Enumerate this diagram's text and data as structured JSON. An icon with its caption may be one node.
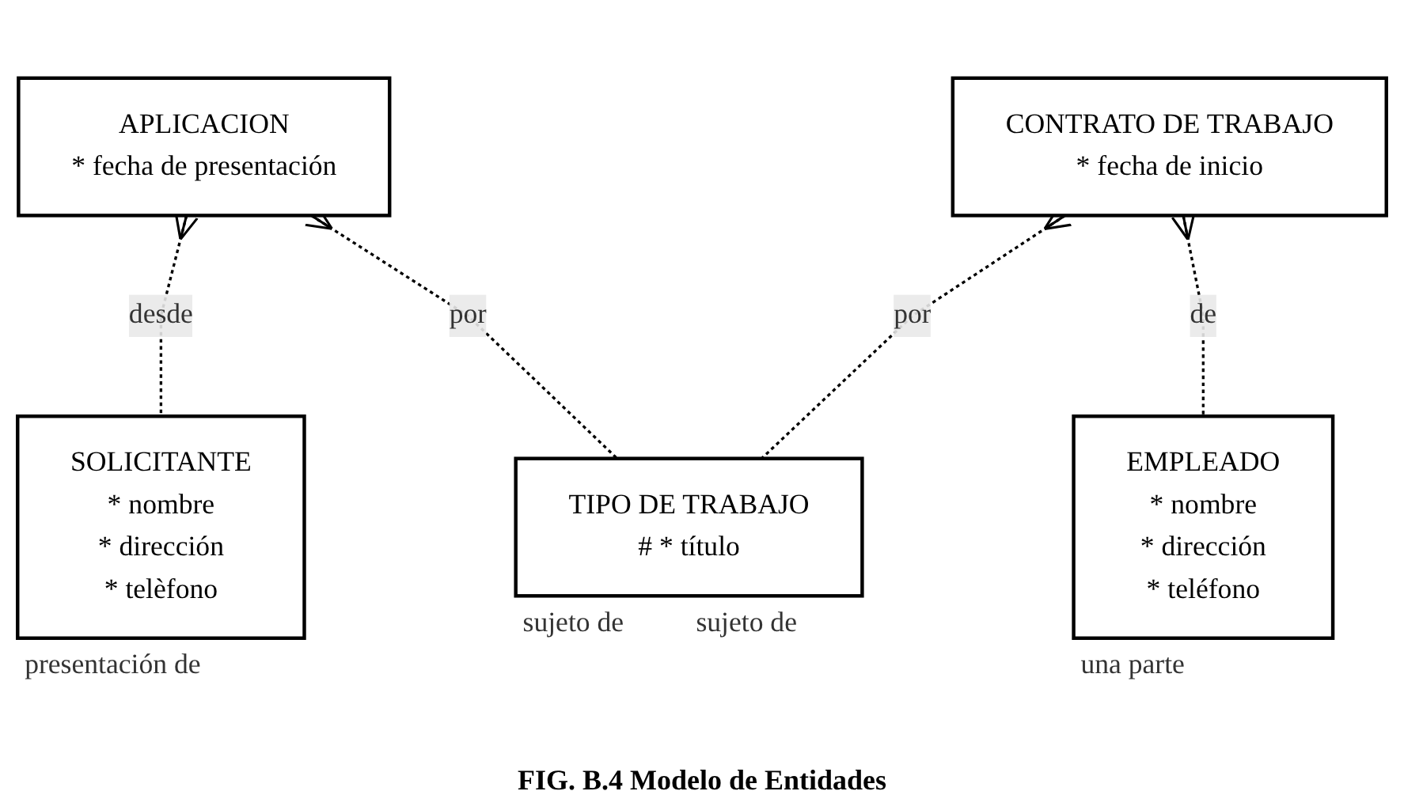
{
  "diagram": {
    "caption": "FIG. B.4 Modelo de Entidades",
    "nodes": [
      {
        "text": [
          "APLICACION",
          "* fecha de presentación"
        ]
      },
      {
        "text": [
          "SOLICITANTE",
          "* nombre",
          "* dirección",
          "* telèfono"
        ],
        "beside": [
          "presentación de"
        ]
      },
      {
        "text": [
          "CONTRATO DE TRABAJO",
          "* fecha de inicio"
        ]
      },
      {
        "text": [
          "EMPLEADO",
          "* nombre",
          "* dirección",
          "* teléfono"
        ],
        "beside": [
          "una parte"
        ]
      },
      {
        "text": [
          "TIPO DE TRABAJO",
          "# * título"
        ],
        "beside": [
          "sujeto de",
          "sujeto de"
        ]
      }
    ],
    "edges": [
      {
        "from": 0,
        "to": 1,
        "arrow": "other",
        "label": "desde",
        "style": "dashed"
      },
      {
        "from": 0,
        "to": 4,
        "arrow": "other",
        "label": "por",
        "style": "dashed"
      },
      {
        "from": 2,
        "to": 3,
        "arrow": "other",
        "label": "de",
        "style": "dashed"
      },
      {
        "from": 2,
        "to": 4,
        "arrow": "other",
        "label": "por",
        "style": "dashed"
      }
    ]
  }
}
